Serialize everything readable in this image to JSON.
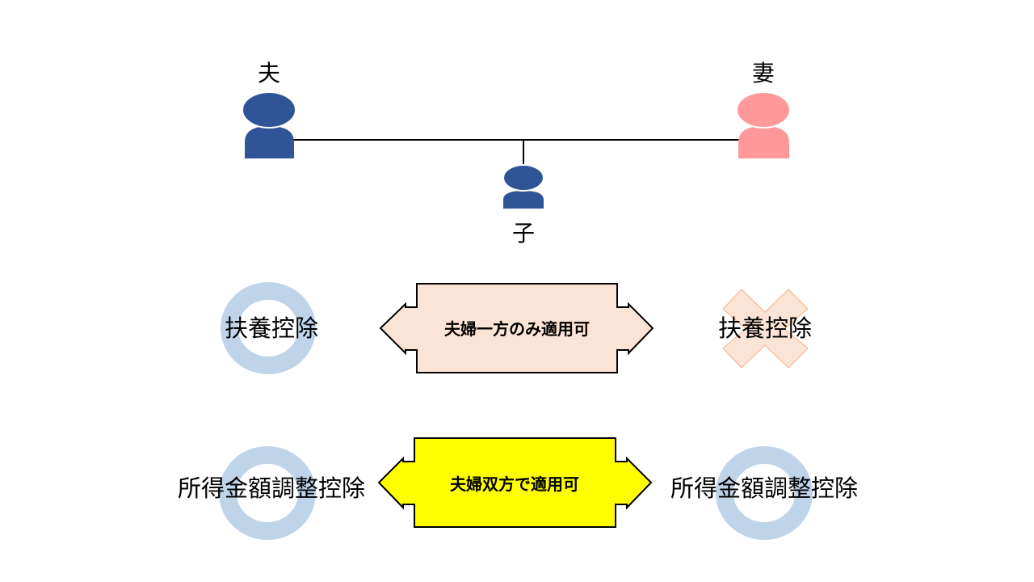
{
  "colors": {
    "husband": "#2F5597",
    "wife": "#FF9999",
    "child": "#2F5597",
    "circle_mark": "#C0D4E9",
    "cross_mark": "#FBE4D5",
    "cross_mark_border": "#F4B183",
    "arrow_one_side": "#FBE4D5",
    "arrow_both_sides": "#FFFF00",
    "line": "#000000"
  },
  "family": {
    "husband_label": "夫",
    "wife_label": "妻",
    "child_label": "子"
  },
  "dependent_deduction": {
    "left_label": "扶養控除",
    "left_mark": "circle",
    "right_label": "扶養控除",
    "right_mark": "cross",
    "arrow_label": "夫婦一方のみ適用可"
  },
  "income_adjustment_deduction": {
    "left_label": "所得金額調整控除",
    "left_mark": "circle",
    "right_label": "所得金額調整控除",
    "right_mark": "circle",
    "arrow_label": "夫婦双方で適用可"
  }
}
